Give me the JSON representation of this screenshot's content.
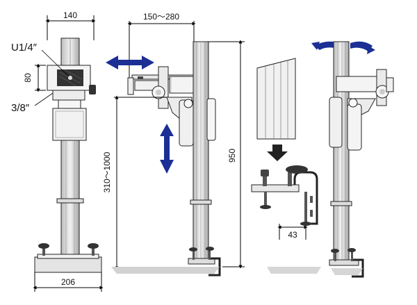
{
  "dimensions": {
    "plate_width": "140",
    "plate_height": "80",
    "screw_small": "U1/4″",
    "screw_large": "3/8″",
    "base_width": "206",
    "arm_reach": "150～280",
    "height_range": "310～1000",
    "total_height": "950",
    "clamp_opening": "43"
  },
  "colors": {
    "arrow": "#1c2f95",
    "metal": "#e6e6e6",
    "metal_dark": "#9a9a9a",
    "outline": "#222222"
  },
  "icons": {
    "horizontal_arrow": "double-arrow-horizontal-icon",
    "vertical_arrow": "double-arrow-vertical-icon",
    "rotation_arrow": "rotation-arrow-icon",
    "down_arrow": "down-arrow-icon"
  }
}
